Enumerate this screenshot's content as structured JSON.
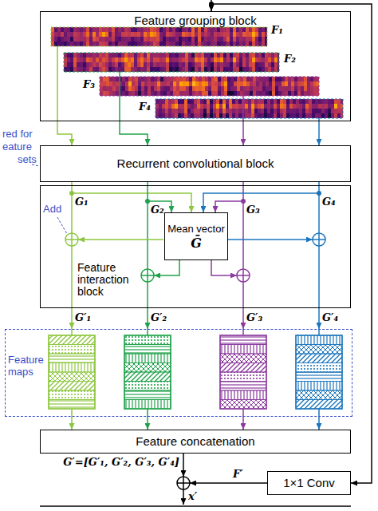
{
  "diagram": {
    "nodes": [
      {
        "text": [
          "Feature grouping block"
        ]
      },
      {
        "text": [
          "Recurrent convolutional block"
        ]
      },
      {
        "text": [
          "Feature interaction block"
        ]
      },
      {
        "text": [
          "Mean vector",
          "Ḡ"
        ],
        "in": 2
      },
      {
        "text": [
          "Feature maps"
        ]
      },
      {
        "text": [
          "Feature concatenation"
        ]
      },
      {
        "text": [
          "1×1 Conv"
        ]
      }
    ],
    "edges": [
      {
        "from": 0,
        "to": 1,
        "arrow": "to"
      },
      {
        "from": 0,
        "to": 1,
        "arrow": "to"
      },
      {
        "from": 0,
        "to": 1,
        "arrow": "to"
      },
      {
        "from": 0,
        "to": 1,
        "arrow": "to"
      },
      {
        "from": 1,
        "to": 3,
        "arrow": "to"
      },
      {
        "from": 1,
        "to": 3,
        "arrow": "to"
      },
      {
        "from": 1,
        "to": 3,
        "arrow": "to"
      },
      {
        "from": 1,
        "to": 3,
        "arrow": "to"
      },
      {
        "from": 2,
        "to": 4,
        "arrow": "to"
      },
      {
        "from": 2,
        "to": 4,
        "arrow": "to"
      },
      {
        "from": 2,
        "to": 4,
        "arrow": "to"
      },
      {
        "from": 2,
        "to": 4,
        "arrow": "to"
      },
      {
        "from": 4,
        "to": 5,
        "arrow": "to"
      },
      {
        "from": 4,
        "to": 5,
        "arrow": "to"
      },
      {
        "from": 4,
        "to": 5,
        "arrow": "to"
      },
      {
        "from": 4,
        "to": 5,
        "arrow": "to"
      },
      {
        "from": 0,
        "to": 6,
        "arrow": "to"
      }
    ],
    "labels": [
      "F₁",
      "F₂",
      "F₃",
      "F₄",
      "red for",
      "eature",
      "sets",
      "G₁",
      "G₂",
      "G₃",
      "G₄",
      "Add",
      "G′₁",
      "G′₂",
      "G′₃",
      "G′₄",
      "G′=[G′₁, G′₂, G′₃, G′₄]",
      "F′",
      "x′"
    ]
  }
}
